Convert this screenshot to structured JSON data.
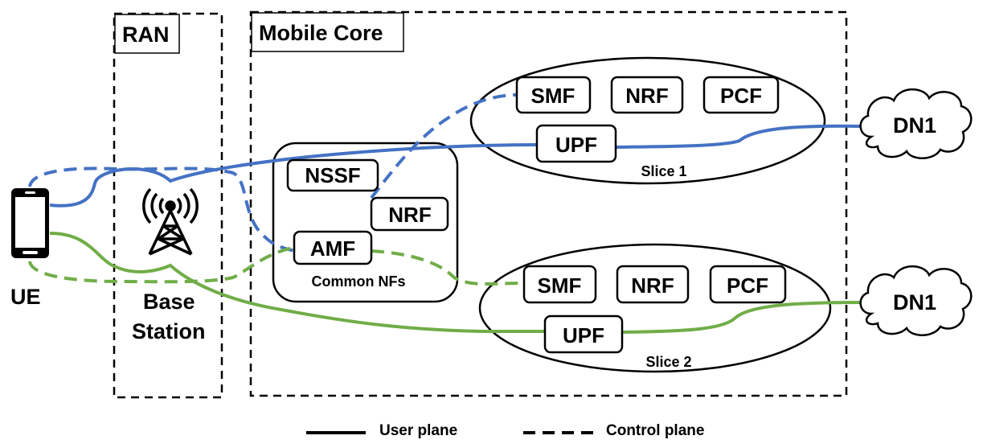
{
  "regions": {
    "ran": "RAN",
    "core": "Mobile Core"
  },
  "ue": {
    "label": "UE"
  },
  "base_station": {
    "line1": "Base",
    "line2": "Station"
  },
  "common": {
    "label": "Common NFs",
    "nssf": "NSSF",
    "nrf": "NRF",
    "amf": "AMF"
  },
  "slice1": {
    "label": "Slice 1",
    "smf": "SMF",
    "nrf": "NRF",
    "pcf": "PCF",
    "upf": "UPF",
    "dn": "DN1"
  },
  "slice2": {
    "label": "Slice 2",
    "smf": "SMF",
    "nrf": "NRF",
    "pcf": "PCF",
    "upf": "UPF",
    "dn": "DN1"
  },
  "legend": {
    "user_plane": "User plane",
    "control_plane": "Control plane"
  },
  "colors": {
    "slice1": "#4472C4",
    "slice2": "#70AD47"
  }
}
